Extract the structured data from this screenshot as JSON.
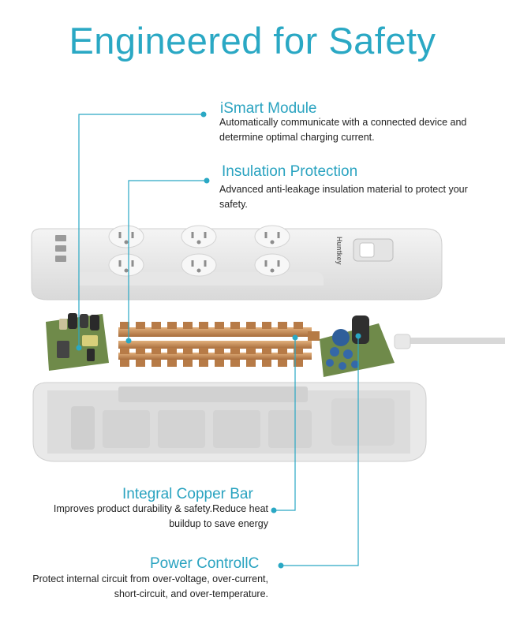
{
  "title": "Engineered for Safety",
  "brand_mark": "Huntkey",
  "features": [
    {
      "heading": "iSmart Module",
      "description": "Automatically communicate with a connected device and determine optimal charging current."
    },
    {
      "heading": "Insulation Protection",
      "description": "Advanced anti-leakage insulation material to protect your safety."
    },
    {
      "heading": "Integral Copper Bar",
      "description": "Improves product durability & safety.Reduce heat buildup to save energy"
    },
    {
      "heading": "Power ControllC",
      "description": "Protect internal circuit from over-voltage, over-current, short-circuit, and over-temperature."
    }
  ],
  "colors": {
    "accent": "#2aa8c4",
    "copper": "#c48a55",
    "pcb": "#6f8a4a"
  }
}
